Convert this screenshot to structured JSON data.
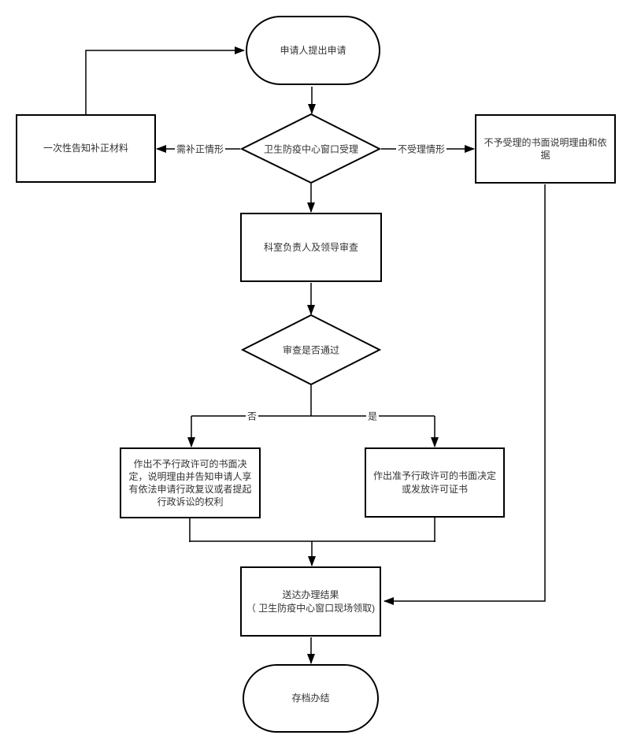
{
  "flowchart": {
    "nodes": {
      "start": {
        "label": "申请人提出申请"
      },
      "window_accept": {
        "label": "卫生防疫中心窗口受理"
      },
      "supplement_notice": {
        "label": "一次性告知补正材料"
      },
      "rejection_notice": {
        "label": "不予受理的书面说明理由和依据"
      },
      "leader_review": {
        "label": "科室负责人及领导审查"
      },
      "review_pass": {
        "label": "审查是否通过"
      },
      "deny_decision": {
        "label": "作出不予行政许可的书面决定，说明理由并告知申请人享有依法申请行政复议或者提起行政诉讼的权利"
      },
      "grant_decision": {
        "label": "作出准予行政许可的书面决定或发放许可证书"
      },
      "deliver_result": {
        "label": "送达办理结果",
        "note": "（ 卫生防疫中心窗口现场领取)"
      },
      "archive": {
        "label": "存档办结"
      }
    },
    "edge_labels": {
      "need_supplement": "需补正情形",
      "not_accept": "不受理情形",
      "no": "否",
      "yes": "是"
    },
    "colors": {
      "stroke": "#000000",
      "text": "#333333",
      "background": "#ffffff"
    }
  }
}
